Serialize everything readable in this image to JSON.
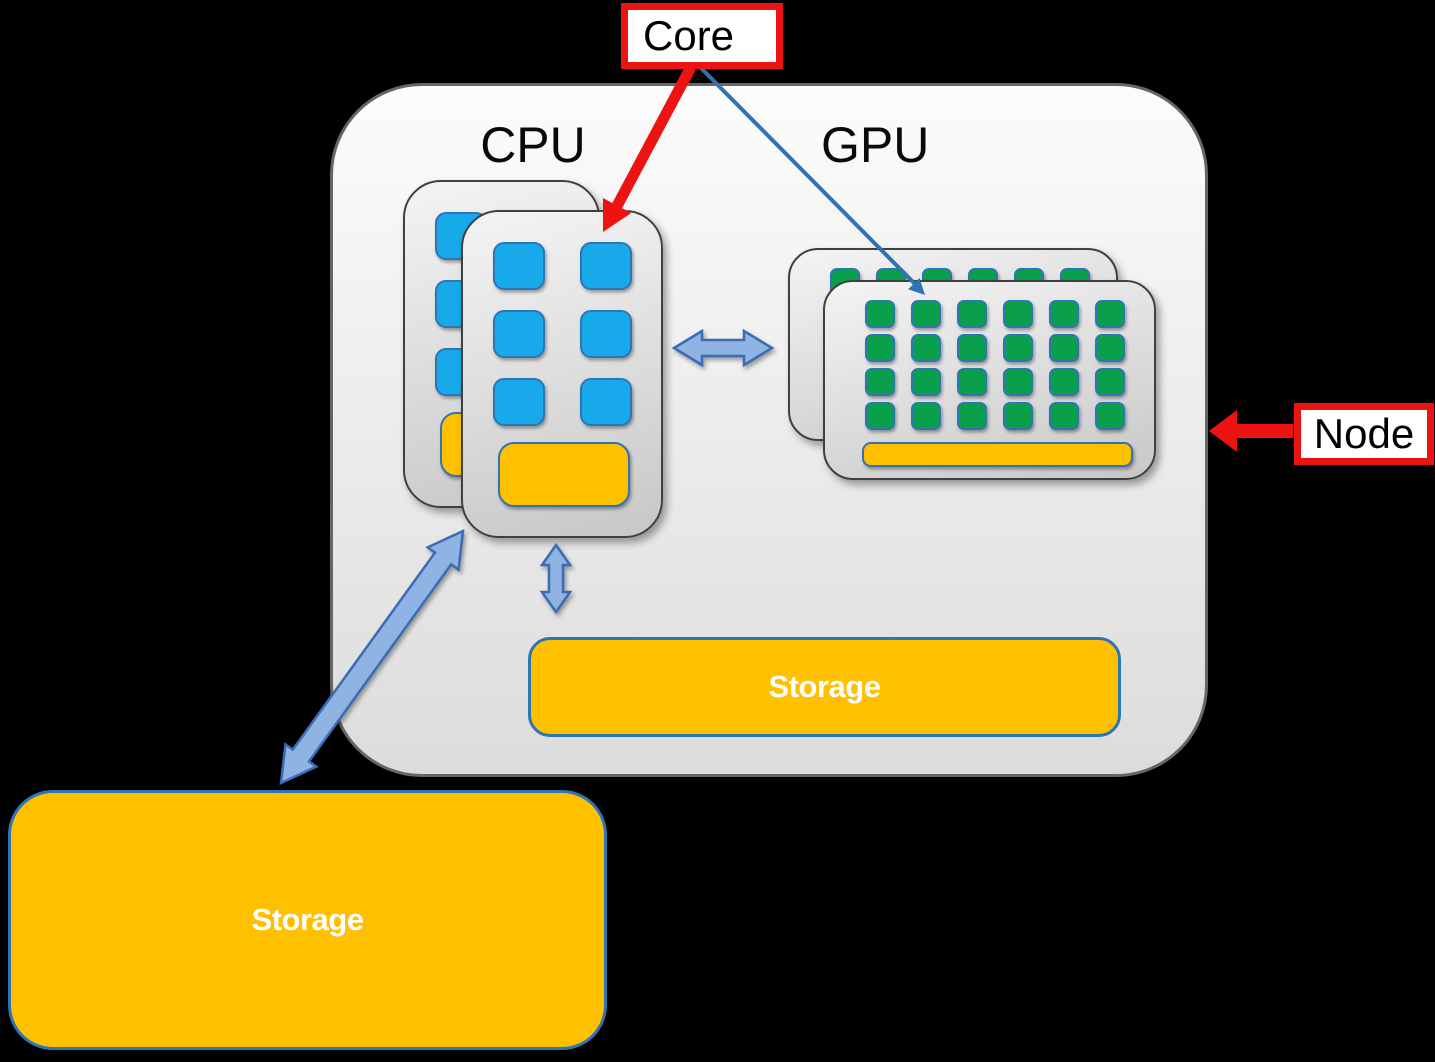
{
  "diagram": {
    "core_callout": "Core",
    "node_callout": "Node",
    "cpu": {
      "label": "CPU",
      "cards": 2,
      "cores_per_card": 6,
      "grid": "2x3"
    },
    "gpu": {
      "label": "GPU",
      "cards": 2,
      "cores_per_card": 24,
      "grid": "6x4"
    },
    "internal_storage": {
      "label": "Storage"
    },
    "external_storage": {
      "label": "Storage"
    }
  },
  "colors": {
    "background": "#000000",
    "node_fill_top": "#fcfcfc",
    "node_fill_bottom": "#dcdcdc",
    "node_border": "#666666",
    "card_fill_top": "#f4f4f4",
    "card_fill_bottom": "#c7c7c7",
    "card_border": "#404040",
    "cpu_core_fill": "#18a9eb",
    "gpu_core_fill": "#0aa04b",
    "core_border": "#2e75b6",
    "memory_yellow": "#ffc000",
    "storage_border": "#2e75b6",
    "storage_text": "#ffffff",
    "callout_red": "#ee1313",
    "callout_bg": "#ffffff",
    "callout_text": "#000000",
    "label_text": "#0a0a0a",
    "block_arrow_fill": "#8fb3e2",
    "block_arrow_stroke": "#3b6cb4",
    "thin_arrow_blue": "#2e74b5"
  }
}
